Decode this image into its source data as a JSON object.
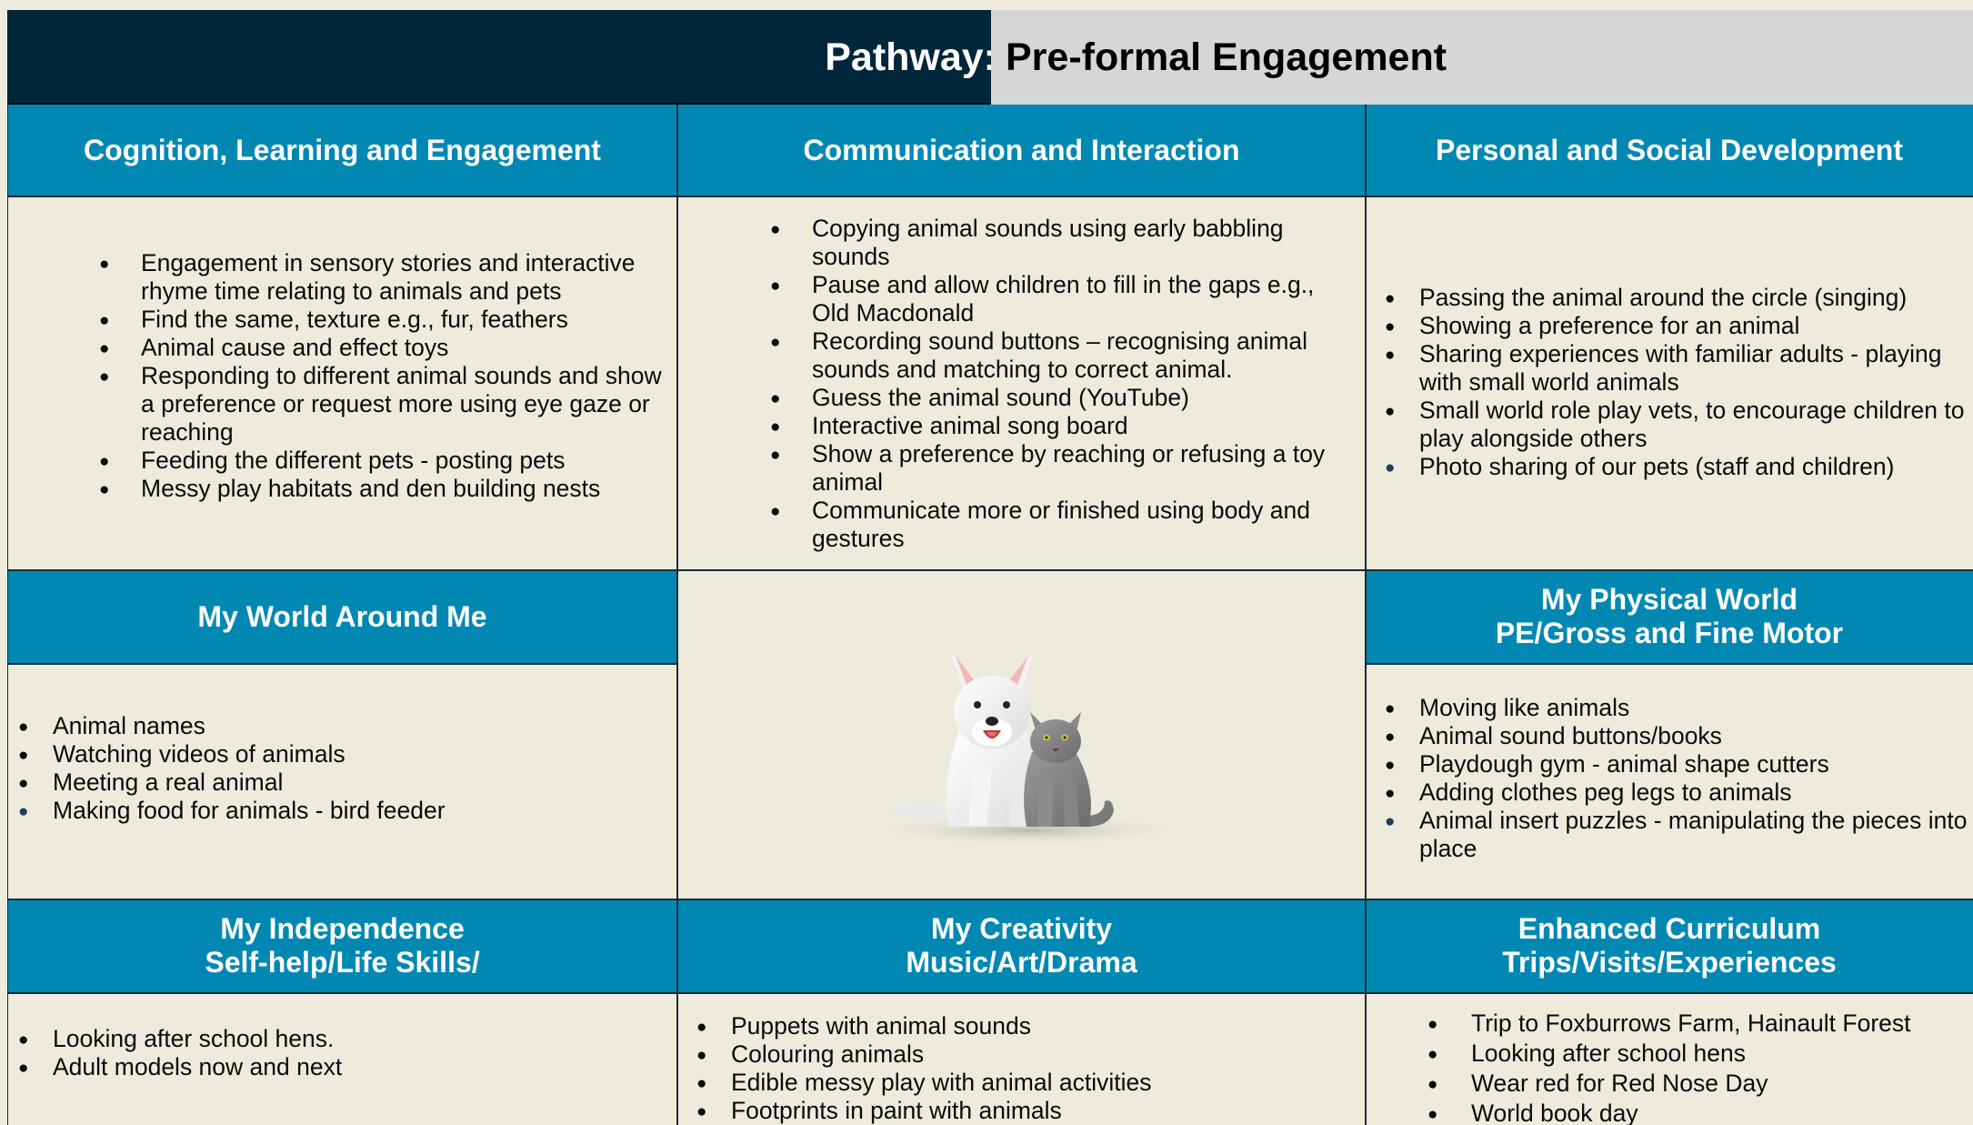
{
  "title": {
    "label": "Pathway:",
    "value": "Pre-formal Engagement"
  },
  "sections": {
    "cognition": {
      "header": [
        "Cognition, Learning and Engagement"
      ],
      "items": [
        "Engagement in sensory stories and interactive rhyme time relating to animals and pets",
        "Find the same, texture e.g., fur, feathers",
        "Animal cause and effect toys",
        "Responding to different animal sounds and show a preference or request more using eye gaze or reaching",
        "Feeding the different pets - posting pets",
        "Messy play habitats and den building nests"
      ]
    },
    "communication": {
      "header": [
        "Communication and Interaction"
      ],
      "items": [
        "Copying animal sounds using early babbling sounds",
        "Pause and allow children to fill in the gaps e.g., Old Macdonald",
        "Recording sound buttons – recognising animal sounds and matching to correct animal.",
        "Guess the animal sound (YouTube)",
        "Interactive animal song board",
        "Show a preference by reaching or refusing a toy animal",
        "Communicate more or finished using body and gestures"
      ]
    },
    "personal": {
      "header": [
        "Personal and Social Development"
      ],
      "items": [
        "Passing the animal around the circle (singing)",
        "Showing a preference for an animal",
        "Sharing experiences with familiar adults - playing with small world animals",
        "Small world role play vets, to encourage children to play alongside others",
        "Photo sharing of our pets (staff and children)"
      ]
    },
    "world": {
      "header": [
        "My World Around Me"
      ],
      "items": [
        "Animal names",
        "Watching videos of animals",
        "Meeting a real animal",
        "Making food for animals - bird feeder"
      ]
    },
    "physical": {
      "header": [
        "My Physical World",
        "PE/Gross and Fine Motor"
      ],
      "items": [
        "Moving like animals",
        "Animal sound buttons/books",
        "Playdough gym - animal shape cutters",
        "Adding clothes peg legs to animals",
        "Animal insert puzzles - manipulating the pieces into place"
      ]
    },
    "independence": {
      "header": [
        "My Independence",
        "Self-help/Life Skills/"
      ],
      "items": [
        "Looking after school hens.",
        "Adult models now and next"
      ]
    },
    "creativity": {
      "header": [
        "My Creativity",
        "Music/Art/Drama"
      ],
      "items": [
        "Puppets with animal sounds",
        "Colouring animals",
        "Edible messy play with animal activities",
        "Footprints in paint with animals"
      ]
    },
    "enhanced": {
      "header": [
        "Enhanced Curriculum",
        "Trips/Visits/Experiences"
      ],
      "items": [
        "Trip to Foxburrows Farm, Hainault Forest",
        "Looking after school hens",
        "Wear red for Red Nose Day",
        "World book day"
      ]
    }
  },
  "image": {
    "icon": "dog-and-cat-illustration"
  },
  "colors": {
    "title_bg": "#00263a",
    "title_value_bg": "#d6d6d6",
    "header_bg": "#0088b3",
    "body_bg": "#eeebdd"
  }
}
